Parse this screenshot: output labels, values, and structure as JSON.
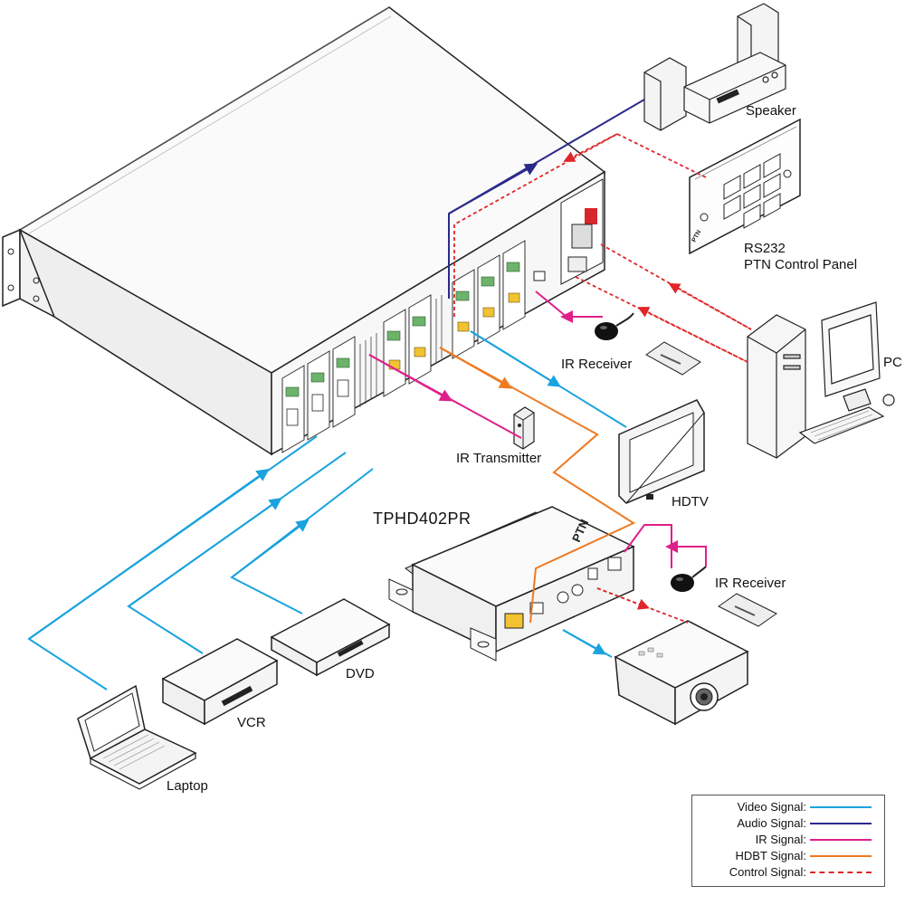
{
  "labels": {
    "speaker": "Speaker",
    "rs232_line1": "RS232",
    "rs232_line2": "PTN Control Panel",
    "pc": "PC",
    "ir_receiver_top": "IR Receiver",
    "ir_transmitter": "IR Transmitter",
    "hdtv": "HDTV",
    "tphd": "TPHD402PR",
    "ir_receiver_bottom": "IR Receiver",
    "dvd": "DVD",
    "vcr": "VCR",
    "laptop": "Laptop",
    "receiver_brand": "PTN",
    "panel_brand": "PTN"
  },
  "legend": [
    {
      "label": "Video Signal:",
      "color": "#1aa3de",
      "style": "solid"
    },
    {
      "label": "Audio Signal:",
      "color": "#2b2a8a",
      "style": "solid"
    },
    {
      "label": "IR  Signal:",
      "color": "#e0208a",
      "style": "solid"
    },
    {
      "label": "HDBT  Signal:",
      "color": "#ee7a22",
      "style": "solid"
    },
    {
      "label": "Control  Signal:",
      "color": "#e0262a",
      "style": "dashed"
    }
  ],
  "colors": {
    "video": "#1aa3de",
    "audio": "#2b2a8a",
    "ir": "#e0208a",
    "hdbt": "#ee7a22",
    "control": "#e0262a"
  }
}
